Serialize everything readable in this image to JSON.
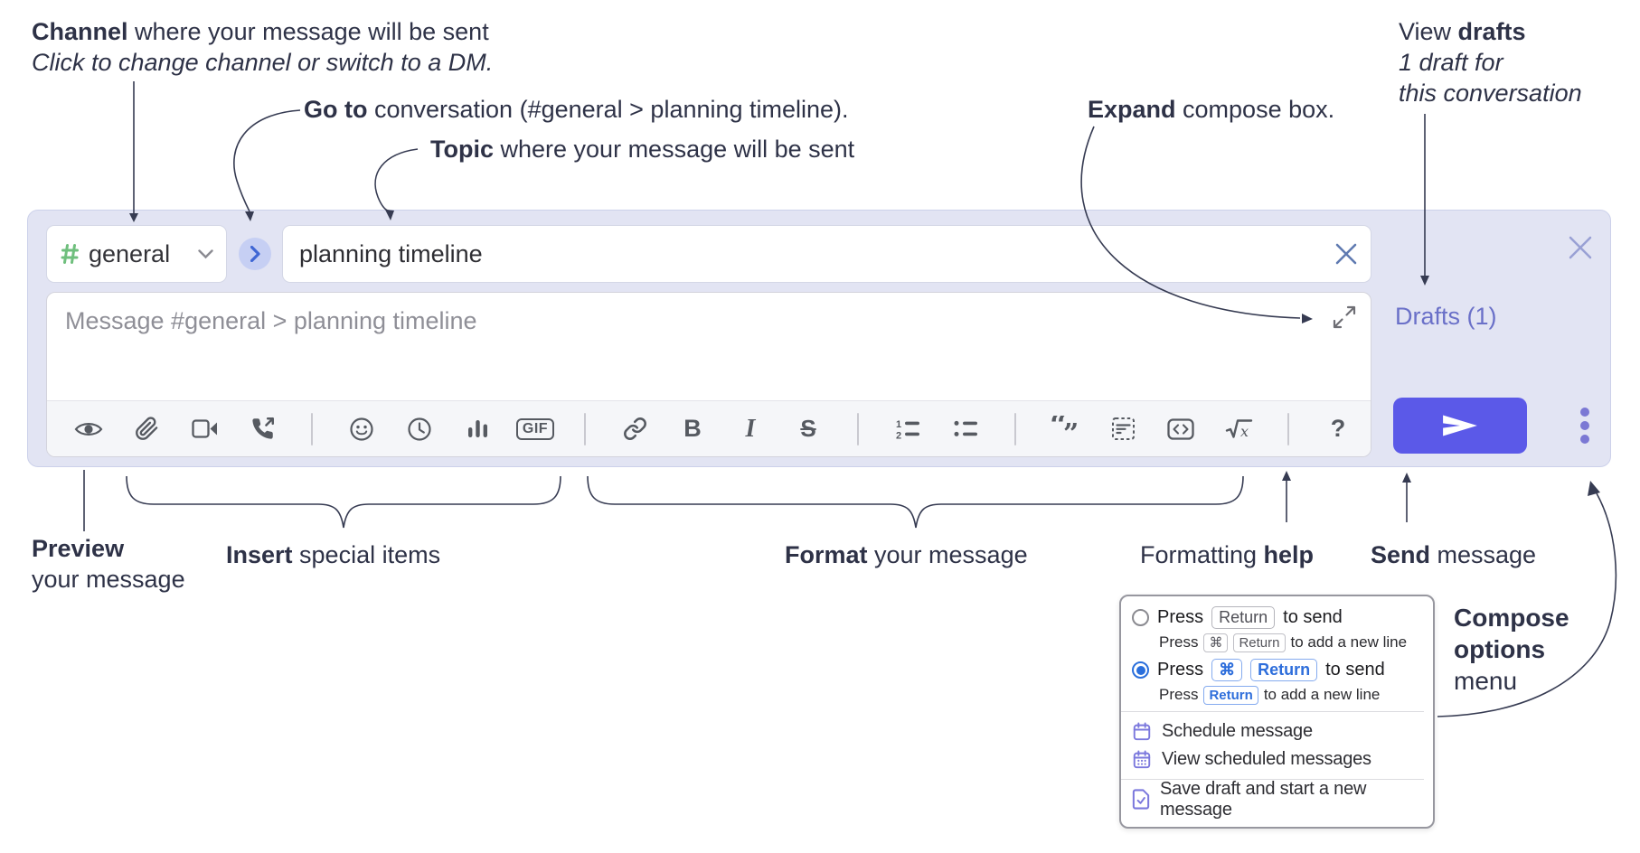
{
  "annotations": {
    "channel_line1_bold": "Channel",
    "channel_line1_rest": " where your message will be sent",
    "channel_line2": "Click to change channel or switch to a DM.",
    "goto_bold": "Go to",
    "goto_rest": " conversation (#general > planning timeline).",
    "topic_bold": "Topic",
    "topic_rest": " where your message will be sent",
    "expand_bold": "Expand",
    "expand_rest": " compose box.",
    "drafts_pre": "View ",
    "drafts_bold": "drafts",
    "drafts_line2": "1 draft for",
    "drafts_line3": "this conversation",
    "preview_bold": "Preview",
    "preview_line2": "your message",
    "insert_bold": "Insert",
    "insert_rest": " special items",
    "format_bold": "Format",
    "format_rest": " your message",
    "help_pre": "Formatting ",
    "help_bold": "help",
    "send_bold": "Send",
    "send_rest": " message",
    "compose_line1": "Compose",
    "compose_line2": "options",
    "compose_line3": "menu"
  },
  "compose": {
    "channel_name": "general",
    "topic_value": "planning timeline",
    "message_placeholder": "Message #general > planning timeline",
    "drafts_label": "Drafts (1)"
  },
  "toolbar": {
    "bold_label": "B",
    "italic_label": "I",
    "strike_label": "S",
    "gif_label": "GIF",
    "help_label": "?",
    "numbered_1": "1",
    "numbered_2": "2",
    "quote_open": "“",
    "quote_close": "”",
    "math_x": "x"
  },
  "menu": {
    "opt1_press": "Press",
    "opt1_key": "Return",
    "opt1_suffix": "to send",
    "opt1_sub_press": "Press",
    "opt1_sub_key1": "⌘",
    "opt1_sub_key2": "Return",
    "opt1_sub_suffix": "to add a new line",
    "opt2_press": "Press",
    "opt2_key1": "⌘",
    "opt2_key2": "Return",
    "opt2_suffix": "to send",
    "opt2_sub_press": "Press",
    "opt2_sub_key": "Return",
    "opt2_sub_suffix": "to add a new line",
    "item_schedule": "Schedule message",
    "item_view_scheduled": "View scheduled messages",
    "item_save_draft": "Save draft and start a new message"
  },
  "colors": {
    "accent_send": "#5b59e8",
    "panel_lavender": "#e2e4f3",
    "drafts_link": "#6a70c8",
    "hash_green": "#6fbf7d",
    "kbd_blue": "#2e6edb",
    "annotation_ink": "#2e3247"
  }
}
